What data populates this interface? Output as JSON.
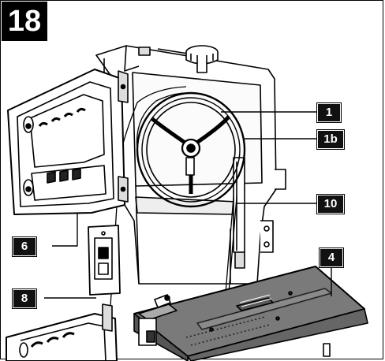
{
  "figure": {
    "number": "18"
  },
  "callouts": [
    {
      "id": "c1",
      "label": "1"
    },
    {
      "id": "c1b",
      "label": "1b"
    },
    {
      "id": "c10",
      "label": "10"
    },
    {
      "id": "c4",
      "label": "4"
    },
    {
      "id": "c6",
      "label": "6"
    },
    {
      "id": "c8",
      "label": "8"
    }
  ],
  "colors": {
    "outline": "#000000",
    "table": "#7a7a7a",
    "background": "#ffffff"
  }
}
